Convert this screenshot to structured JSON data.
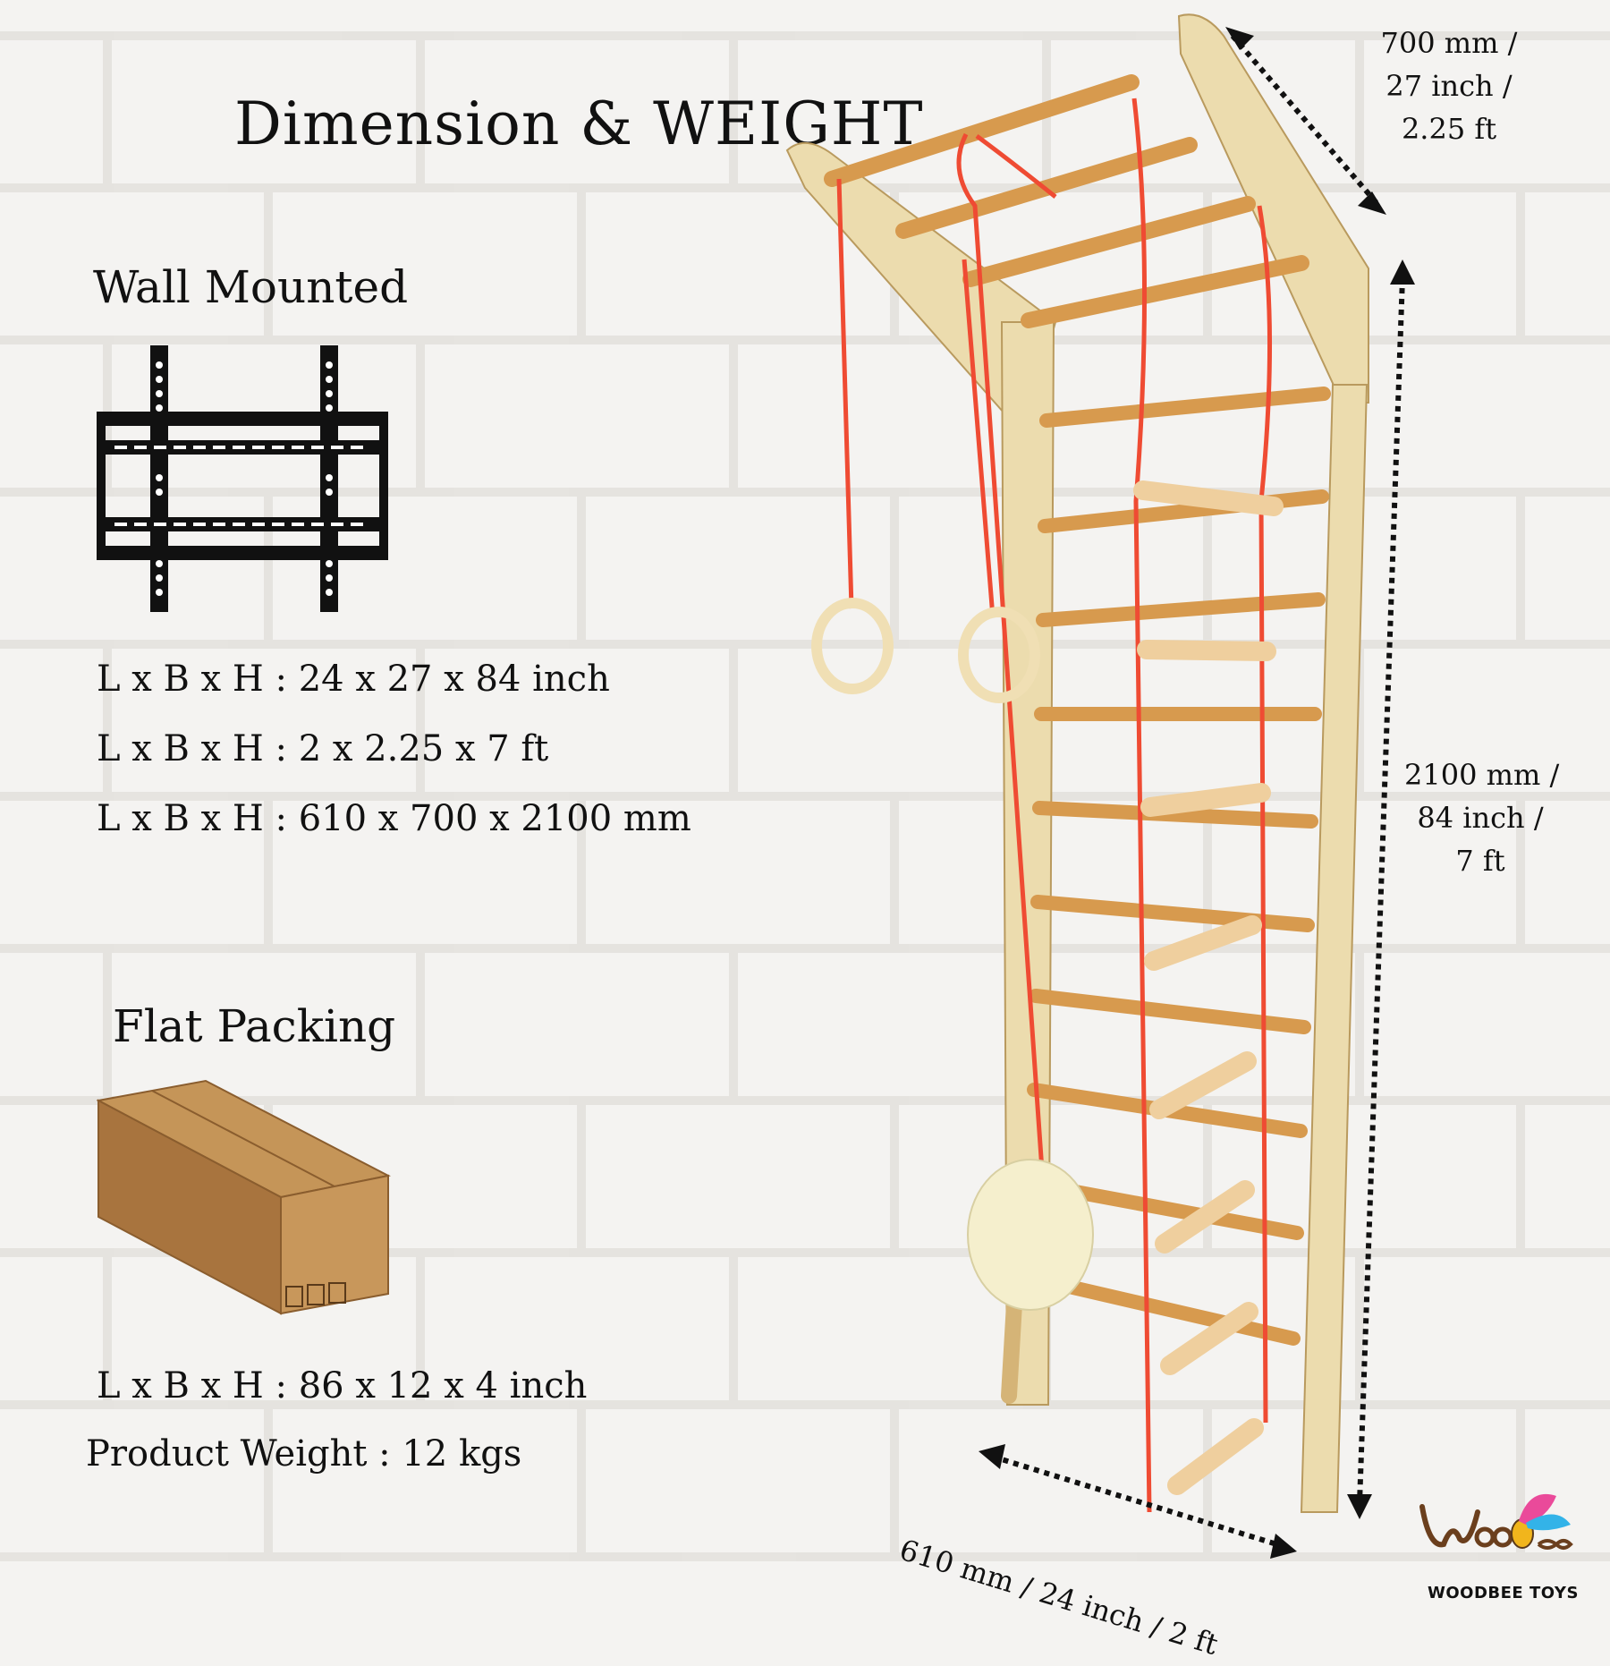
{
  "title": "Dimension & WEIGHT",
  "wall_mounted": {
    "heading": "Wall Mounted",
    "icon": "wall-mount-bracket-icon",
    "specs": [
      "L x B x H : 24 x 27 x 84 inch",
      "L x B x H : 2 x 2.25 x 7 ft",
      "L x B x H : 610 x 700 x 2100 mm"
    ]
  },
  "flat_packing": {
    "heading": "Flat Packing",
    "icon": "cardboard-box-icon",
    "spec": "L x B x H : 86 x 12 x 4 inch",
    "weight": "Product Weight : 12 kgs"
  },
  "dimensions": {
    "top": [
      "700 mm /",
      "27 inch /",
      "2.25 ft"
    ],
    "right": [
      "2100 mm /",
      "84 inch /",
      "7 ft"
    ],
    "bottom": "610 mm / 24 inch / 2 ft"
  },
  "brand": {
    "name": "WOODBEE TOYS"
  },
  "colors": {
    "wood_light": "#ecdcae",
    "wood_rung": "#d79a4e",
    "rope": "#ef4b33",
    "box": "#b9844a"
  }
}
